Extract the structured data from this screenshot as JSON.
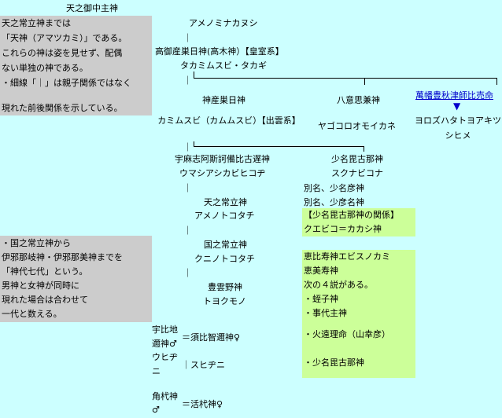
{
  "header": {
    "title": "天之御中主神"
  },
  "notes": {
    "top": [
      "天之常立神までは",
      "「天神（アマツカミ）」である。",
      "これらの神は姿を見せず、配偶",
      "ない単独の神である。",
      "・細線「｜」は親子関係ではなく",
      "",
      "現れた前後関係を示している。"
    ],
    "bottom": [
      "・国之常立神から",
      "伊邪那岐神・伊邪那美神までを",
      "「神代七代」という。",
      "男神と女神が同時に",
      "現れた場合は合わせて",
      "一代と数える。"
    ]
  },
  "center": {
    "amenominakanushi": "アメノミナカヌシ",
    "pipe": "｜",
    "takamimusubi_name": "高御産巣日神(高木神）【皇室系】",
    "takamimusubi_kana": "タカミムスビ・タカギ",
    "kamimusubi_name": "神産巣日神",
    "kamimusubi_kana": "カミムスビ（カムムスビ）【出雲系】",
    "umashiashikabi_name": "宇麻志阿斯訶備比古遅神",
    "umashiashikabi_kana": "ウマシアシカビヒコヂ",
    "amenotokotachi_name": "天之常立神",
    "amenotokotachi_kana": "アメノトコタチ",
    "kuninotokotachi_name": "国之常立神",
    "kuninotokotachi_kana": "クニノトコタチ",
    "toyokumono_name": "豊雲野神",
    "toyokumono_kana": "トヨクモノ",
    "uhijini_name": "宇比地邇神♂",
    "uhijini_pair": "＝須比智邇神♀",
    "uhijini_kana": "ウヒヂニ",
    "suhijini_kana": "｜スヒヂニ",
    "tsunoguhi_name": "角杙神♂",
    "tsunoguhi_pair": "＝活杙神♀"
  },
  "right": {
    "omoikane_name": "八意思兼神",
    "omoikane_kana": "ヤゴコロオモイカネ",
    "yorozuhata_name": "萬幡豊秋津師比売命",
    "yorozuhata_kana": "ヨロズハタトヨアキツシヒメ",
    "arrow": "▼",
    "sukunabikona_name": "少名毘古那神",
    "sukunabikona_kana": "スクナビコナ",
    "alias1": "別名、少名彦神",
    "alias2": "別名、少彦名神",
    "relation_title": "【少名毘古那神の関係】",
    "relation_text": "クエビコ＝カカシ神",
    "ebisu_lines": [
      "恵比寿神エビスノカミ",
      "恵美寿神",
      "次の４説がある。",
      "・蛭子神",
      "・事代主神",
      "",
      "・火遠理命（山幸彦）",
      "",
      "・少名毘古那神"
    ]
  }
}
